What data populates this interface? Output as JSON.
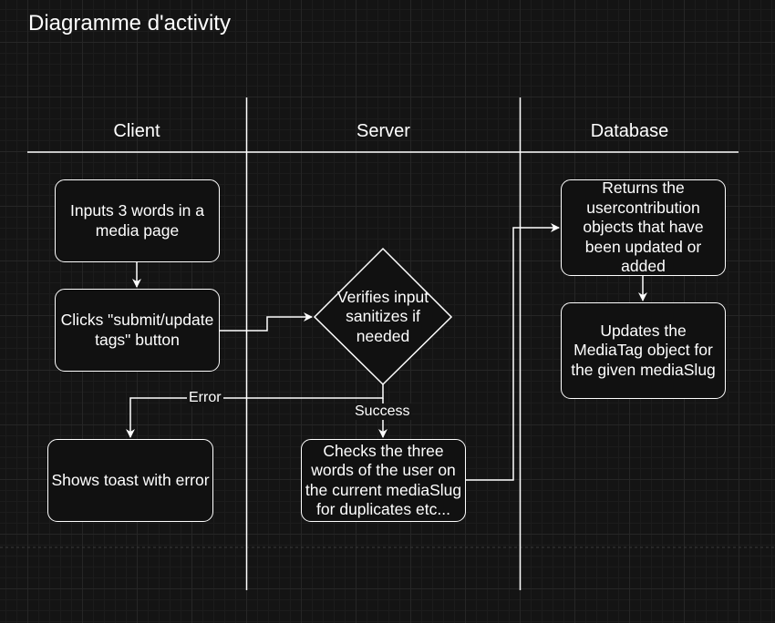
{
  "title": "Diagramme d'activity",
  "lanes": {
    "client": "Client",
    "server": "Server",
    "database": "Database"
  },
  "nodes": {
    "inputs_words": "Inputs 3 words in a media page",
    "clicks_submit": "Clicks \"submit/update tags\" button",
    "verifies_input": "Verifies input sanitizes if needed",
    "shows_toast": "Shows toast with error",
    "checks_words": "Checks the three words of the user on the current mediaSlug for duplicates etc...",
    "returns_objects": "Returns the usercontribution objects that have been updated or added",
    "updates_mediatag": "Updates the MediaTag object for the given mediaSlug"
  },
  "edges": {
    "error_label": "Error",
    "success_label": "Success"
  },
  "colors": {
    "background": "#141414",
    "stroke": "#ffffff",
    "node_fill": "#111111"
  }
}
